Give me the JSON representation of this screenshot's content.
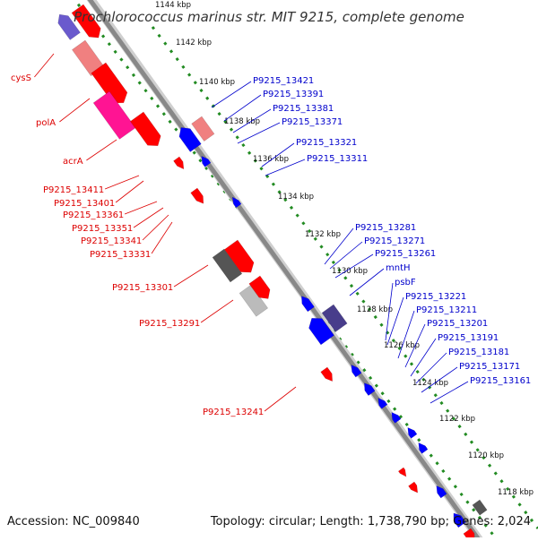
{
  "header": {
    "title": "Prochlorococcus marinus str. MIT 9215, complete genome"
  },
  "footer": {
    "accession_label": "Accession:",
    "accession": "NC_009840",
    "topology_label": "Topology:",
    "topology": "circular",
    "length_label": "Length:",
    "length": "1,738,790 bp",
    "genes_label": "Genes:",
    "genes": "2,024"
  },
  "colors": {
    "forward": "#ff0000",
    "reverse": "#0000ff",
    "backbone": "#888888",
    "ticks": "#228b22",
    "label_red": "#dd0000",
    "label_blue": "#0000cc"
  },
  "kbp_ticks": [
    "1144 kbp",
    "1142 kbp",
    "1140 kbp",
    "1138 kbp",
    "1136 kbp",
    "1134 kbp",
    "1132 kbp",
    "1130 kbp",
    "1128 kbp",
    "1126 kbp",
    "1124 kbp",
    "1122 kbp",
    "1120 kbp",
    "1118 kbp"
  ],
  "left_labels": [
    "cysS",
    "polA",
    "acrA",
    "P9215_13411",
    "P9215_13401",
    "P9215_13361",
    "P9215_13351",
    "P9215_13341",
    "P9215_13331",
    "P9215_13301",
    "P9215_13291",
    "P9215_13241"
  ],
  "right_labels": [
    "P9215_13421",
    "P9215_13391",
    "P9215_13381",
    "P9215_13371",
    "P9215_13321",
    "P9215_13311",
    "P9215_13281",
    "P9215_13271",
    "P9215_13261",
    "mntH",
    "psbF",
    "P9215_13221",
    "P9215_13211",
    "P9215_13201",
    "P9215_13191",
    "P9215_13181",
    "P9215_13171",
    "P9215_13161"
  ]
}
